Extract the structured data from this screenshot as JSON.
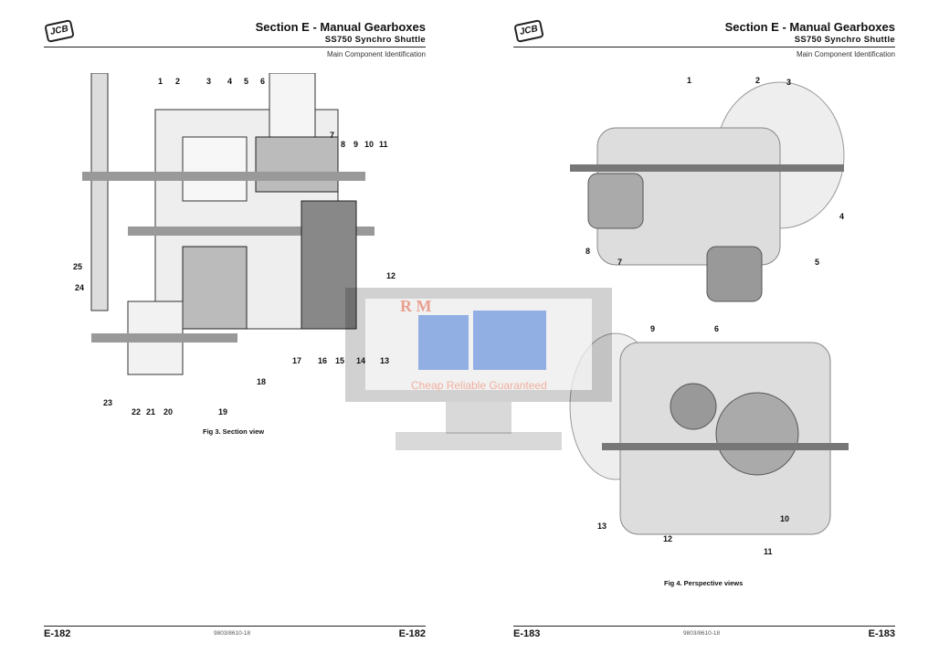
{
  "pages": [
    {
      "logo": "JCB",
      "section": "Section E - Manual Gearboxes",
      "subtitle": "SS750 Synchro Shuttle",
      "topic": "Main Component Identification",
      "page_number": "E-182",
      "doc_code": "9803/8610-18",
      "caption": "Fig 3. Section view",
      "callouts": [
        "1",
        "2",
        "3",
        "4",
        "5",
        "6",
        "7",
        "8",
        "9",
        "10",
        "11",
        "12",
        "13",
        "14",
        "15",
        "16",
        "17",
        "18",
        "19",
        "20",
        "21",
        "22",
        "23",
        "24",
        "25"
      ]
    },
    {
      "logo": "JCB",
      "section": "Section E - Manual Gearboxes",
      "subtitle": "SS750 Synchro Shuttle",
      "topic": "Main Component Identification",
      "page_number": "E-183",
      "doc_code": "9803/8610-18",
      "caption": "Fig 4. Perspective views",
      "callouts_top": [
        "1",
        "2",
        "3",
        "4",
        "5",
        "6",
        "7",
        "8"
      ],
      "callouts_bottom": [
        "9",
        "10",
        "11",
        "12",
        "13"
      ]
    }
  ],
  "watermark": {
    "initials": "R M",
    "tagline": "Cheap Reliable Guaranteed"
  }
}
